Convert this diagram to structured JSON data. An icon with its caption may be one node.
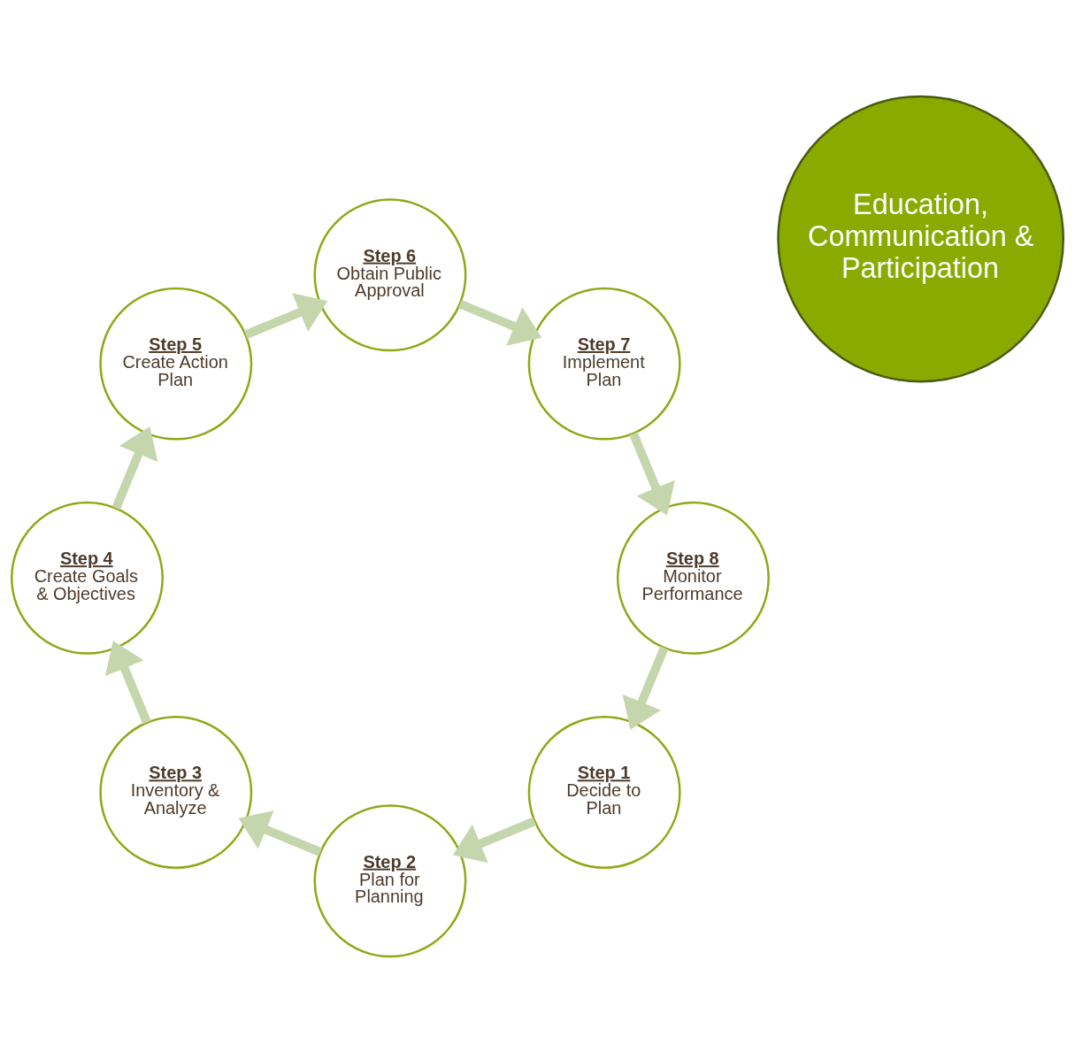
{
  "diagram": {
    "nodes": [
      {
        "text": [
          "Step 1",
          "Decide to Plan"
        ]
      },
      {
        "text": [
          "Step 2",
          "Plan for Planning"
        ]
      },
      {
        "text": [
          "Step 3",
          "Inventory & Analyze"
        ]
      },
      {
        "text": [
          "Step 4",
          "Create Goals & Objectives"
        ]
      },
      {
        "text": [
          "Step 5",
          "Create Action Plan"
        ]
      },
      {
        "text": [
          "Step 6",
          "Obtain Public Approval"
        ]
      },
      {
        "text": [
          "Step 7",
          "Implement Plan"
        ]
      },
      {
        "text": [
          "Step 8",
          "Monitor Performance"
        ]
      },
      {
        "text": [
          "Education, Communication & Participation"
        ]
      }
    ],
    "edges": [
      {
        "from": 0,
        "to": 1,
        "arrow": "to"
      },
      {
        "from": 1,
        "to": 2,
        "arrow": "to"
      },
      {
        "from": 2,
        "to": 3,
        "arrow": "to"
      },
      {
        "from": 3,
        "to": 4,
        "arrow": "to"
      },
      {
        "from": 4,
        "to": 5,
        "arrow": "to"
      },
      {
        "from": 5,
        "to": 6,
        "arrow": "to"
      },
      {
        "from": 6,
        "to": 7,
        "arrow": "to"
      },
      {
        "from": 7,
        "to": 0,
        "arrow": "to"
      }
    ]
  }
}
